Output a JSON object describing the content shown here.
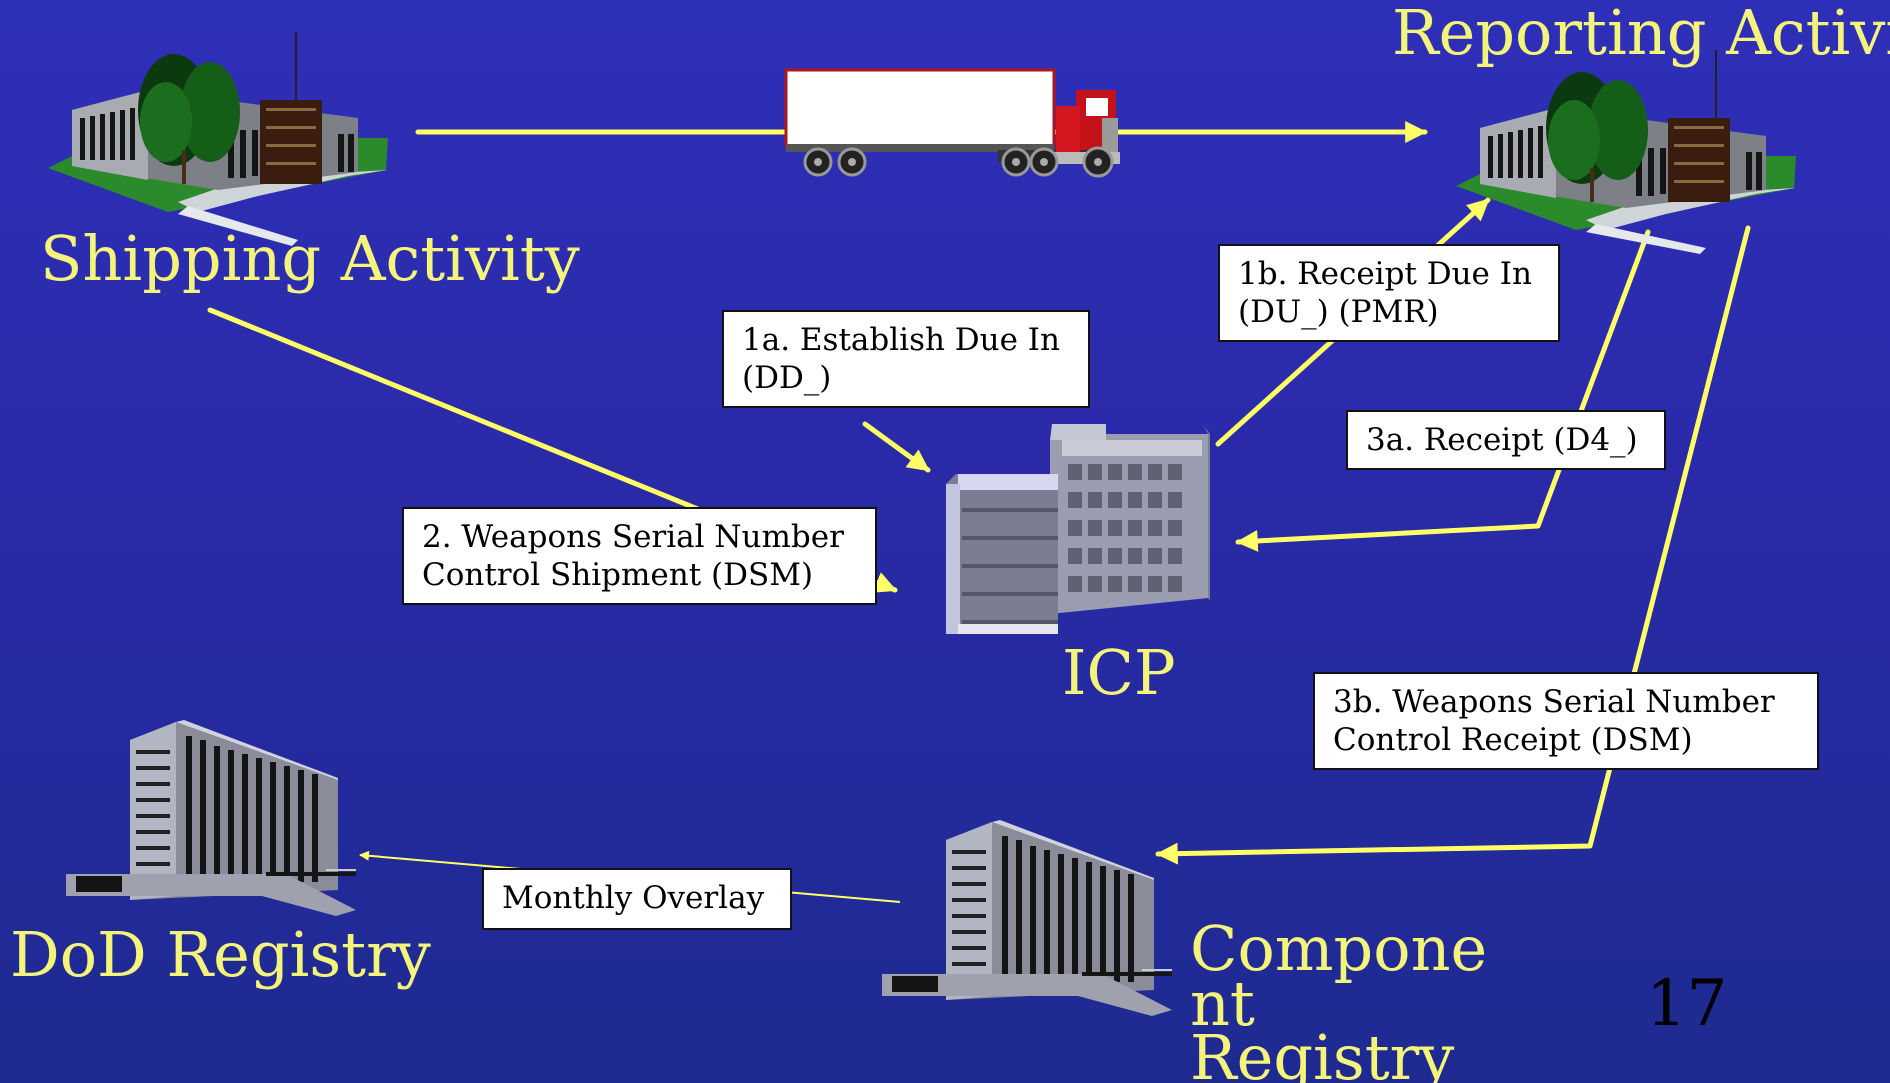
{
  "nodes": {
    "shipping": "Shipping Activity",
    "reporting": "Reporting Activity",
    "icp": "ICP",
    "dod_registry": "DoD Registry",
    "component_registry_lines": [
      "Compone",
      "nt",
      "Registry"
    ]
  },
  "steps": {
    "step_1a_lines": [
      "1a. Establish Due In",
      "(DD_)"
    ],
    "step_1b_lines": [
      "1b. Receipt Due In",
      "(DU_) (PMR)"
    ],
    "step_2_lines": [
      "2. Weapons Serial Number",
      "Control Shipment (DSM)"
    ],
    "step_3a_lines": [
      "3a. Receipt (D4_)"
    ],
    "step_3b_lines": [
      "3b.  Weapons Serial Number",
      "Control Receipt  (DSM)"
    ],
    "monthly_overlay": "Monthly Overlay"
  },
  "page_number": "17",
  "colors": {
    "background": "#2e2fb8",
    "arrow": "#ffff66",
    "label_text": "#f4f47a",
    "box_fill": "#ffffff"
  }
}
